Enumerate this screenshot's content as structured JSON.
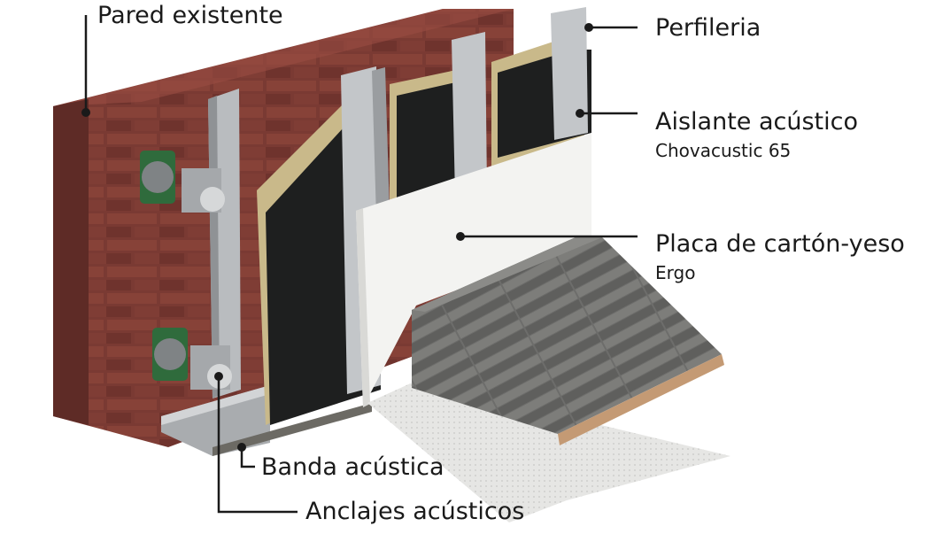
{
  "callouts": {
    "pared": {
      "label": "Pared existente"
    },
    "perfileria": {
      "label": "Perfileria"
    },
    "aislante": {
      "label": "Aislante acústico",
      "product": "Chovacustic 65"
    },
    "placa": {
      "label": "Placa de cartón-yeso",
      "product": "Ergo"
    },
    "banda": {
      "label": "Banda acústica"
    },
    "anclajes": {
      "label": "Anclajes acústicos"
    }
  },
  "colors": {
    "brick": "#7a3a33",
    "mortar": "#9a6f63",
    "insulation_wool": "#c9b98a",
    "insulation_facing": "#1e1f1f",
    "steel_profile": "#b9bcbf",
    "plasterboard": "#f3f3f1",
    "floor_wood": "#6f6f6d",
    "leader_line": "#1a1a1a"
  }
}
